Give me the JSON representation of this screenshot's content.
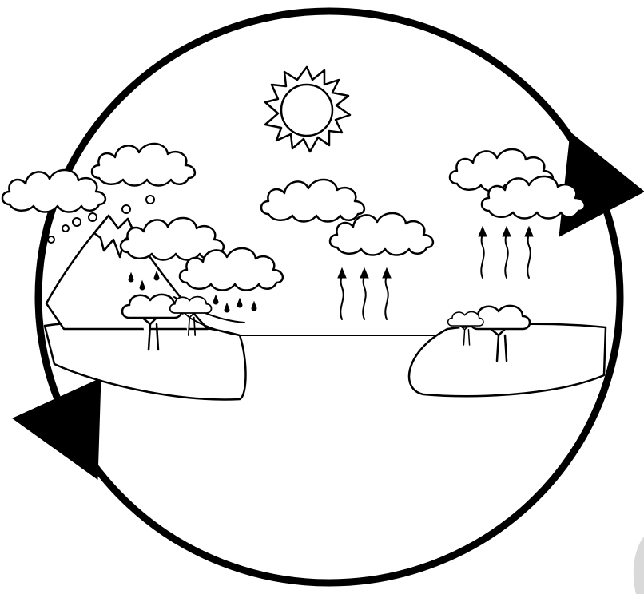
{
  "diagram": {
    "subject": "water cycle",
    "style": "black-and-white line art",
    "colors": {
      "ink": "#000000",
      "paper": "#ffffff",
      "corner_shade": "#d9d9d9"
    },
    "elements": [
      "cycle-ring",
      "cycle-arrow-right",
      "cycle-arrow-left",
      "sun",
      "rain-clouds",
      "snowy-mountain",
      "evaporation-clouds",
      "evaporation-arrows",
      "lake",
      "left-island-with-trees",
      "right-island-with-trees"
    ],
    "labels": []
  }
}
